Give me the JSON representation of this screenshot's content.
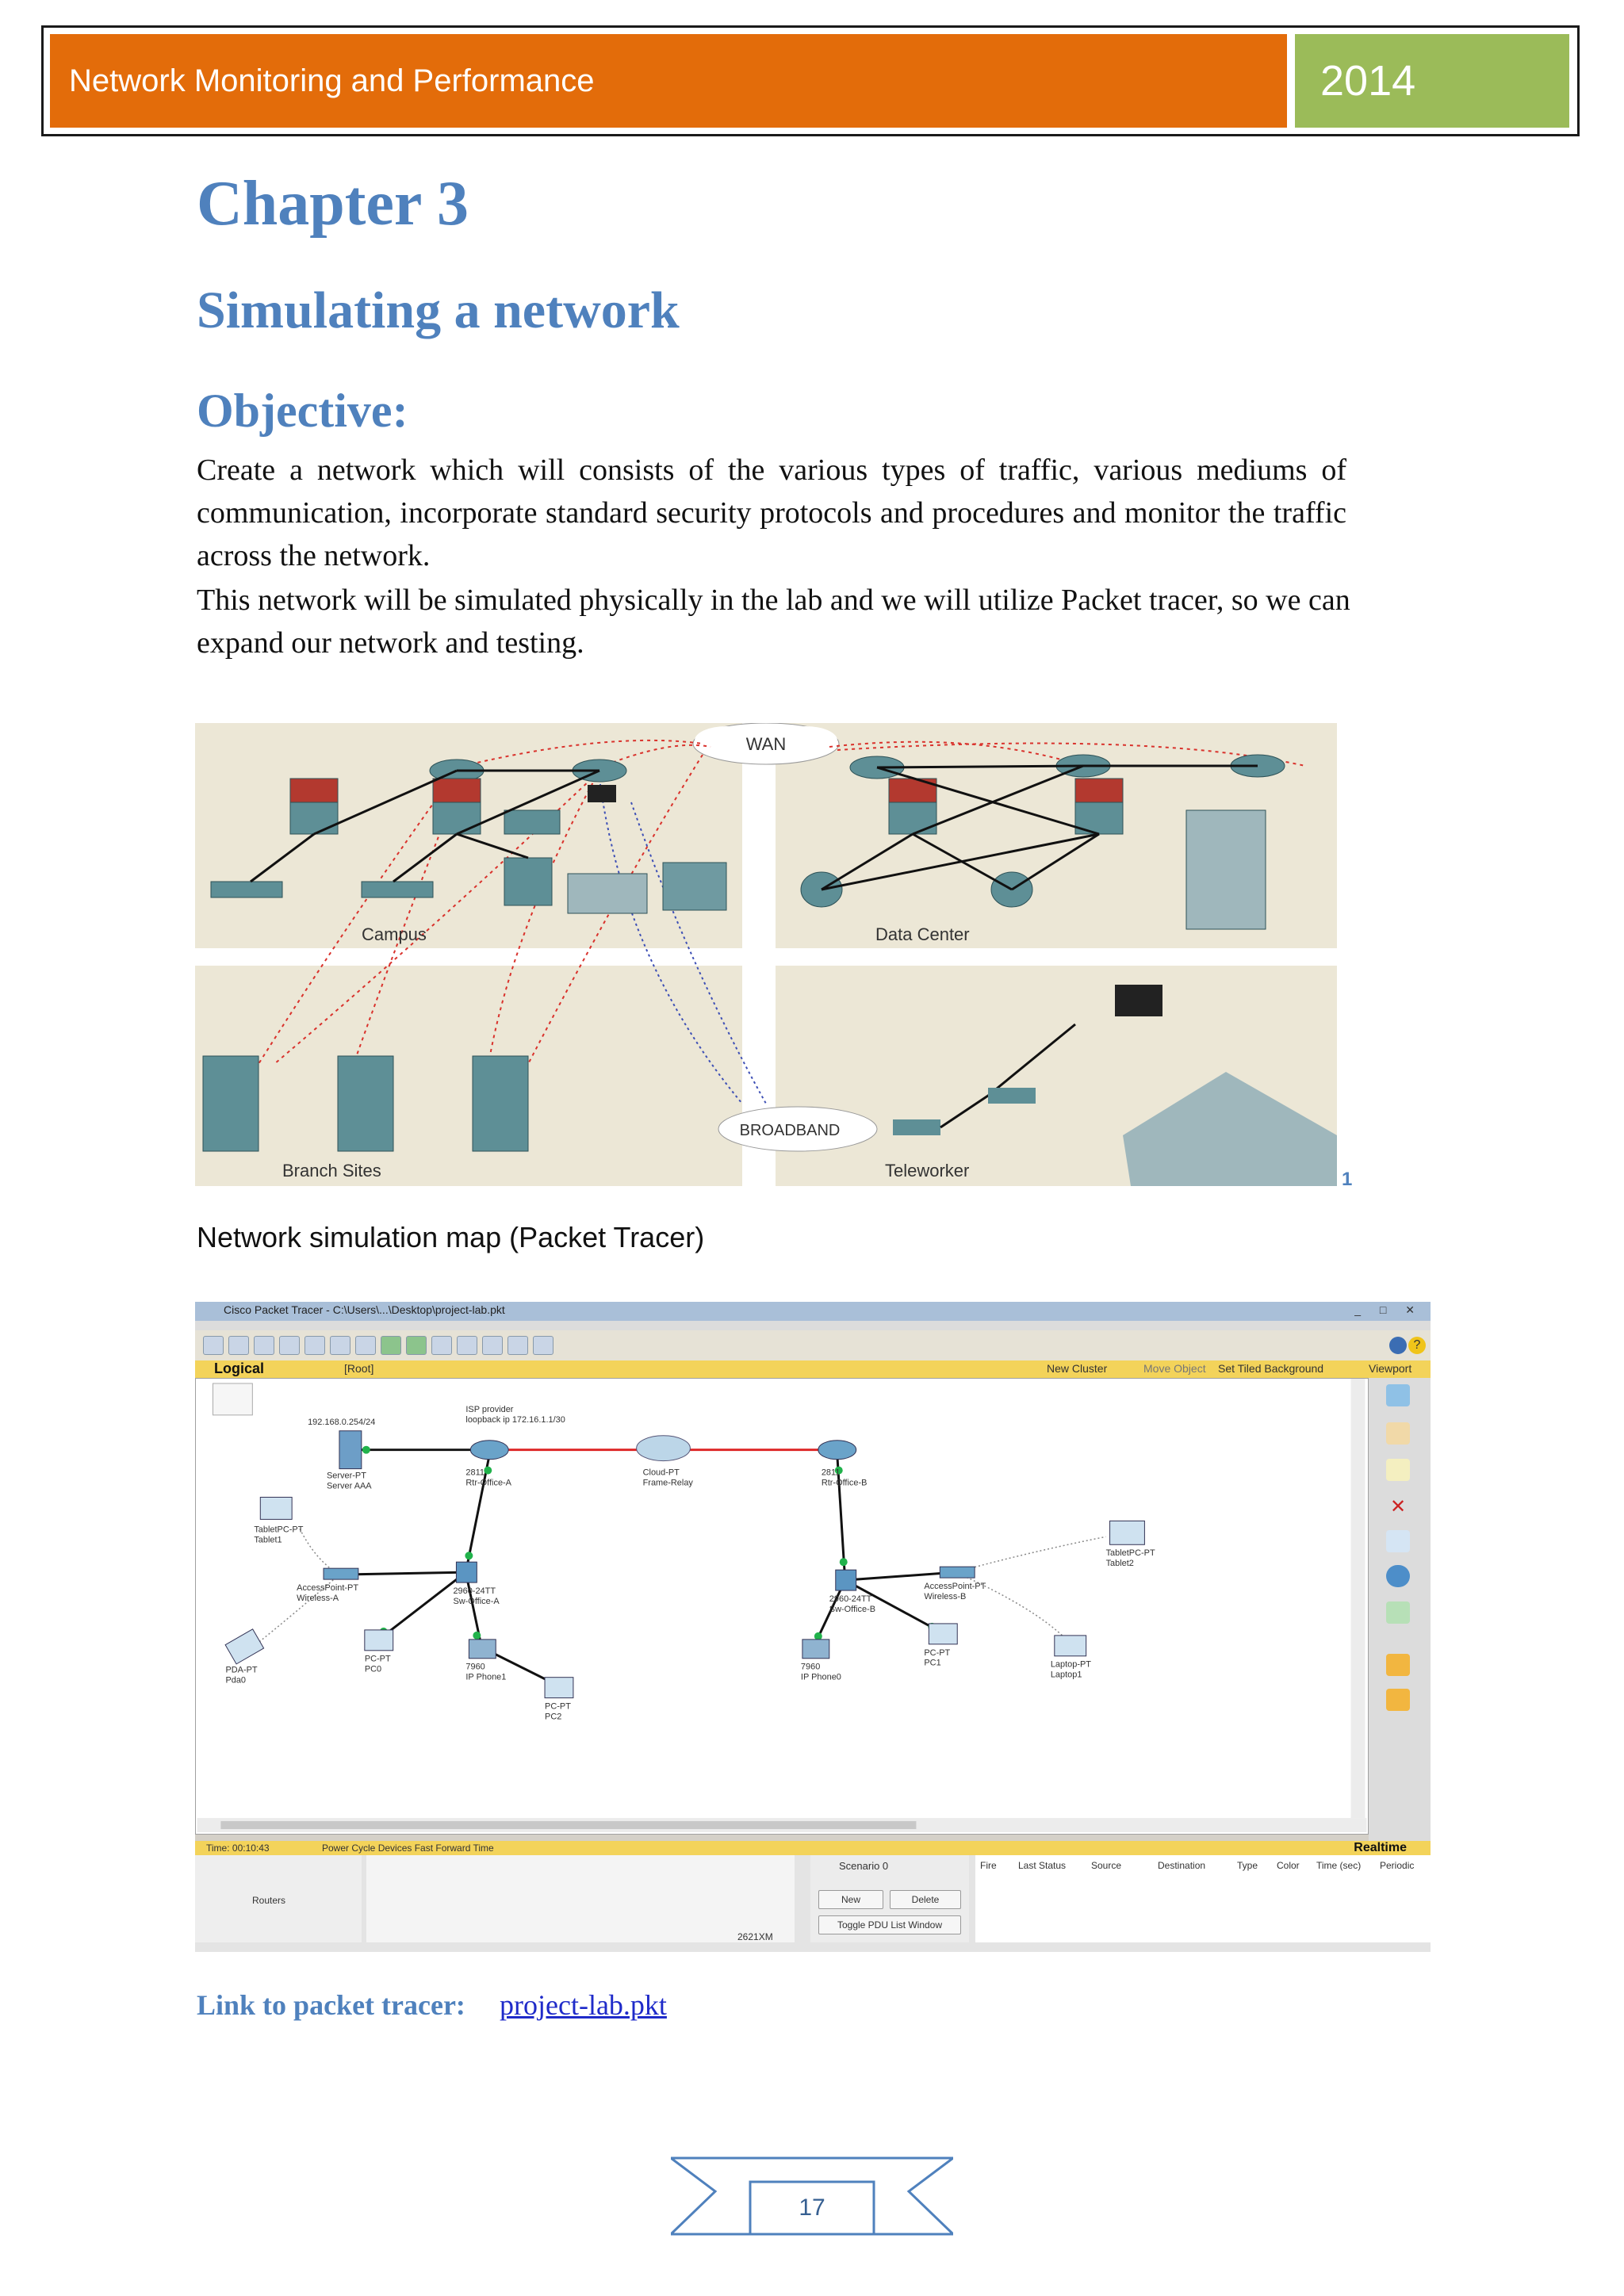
{
  "header": {
    "title": "Network Monitoring and Performance",
    "year": "2014"
  },
  "chapter": {
    "number": "Chapter 3",
    "title": "Simulating a network",
    "section": "Objective:"
  },
  "paragraphs": [
    "Create a network which will consists of the various types of traffic, various mediums of communication, incorporate standard security protocols and procedures and monitor the traffic across the network.",
    "This network will be simulated physically in the lab and we will utilize Packet tracer, so we can expand our network and testing."
  ],
  "figure1": {
    "labels": {
      "wan": "WAN",
      "campus": "Campus",
      "datacenter": "Data Center",
      "branch": "Branch Sites",
      "broadband": "BROADBAND",
      "teleworker": "Teleworker"
    },
    "footnote": "1",
    "caption": "Network simulation map (Packet Tracer)"
  },
  "packet_tracer": {
    "title_text": "Cisco Packet Tracer - C:\\Users\\...\\Desktop\\project-lab.pkt",
    "logical": "Logical",
    "root": "[Root]",
    "new_cluster": "New Cluster",
    "move_object": "Move Object",
    "set_tiled": "Set Tiled Background",
    "viewport": "Viewport",
    "time": "Time: 00:10:43",
    "power_cycle": "Power Cycle Devices  Fast Forward Time",
    "realtime": "Realtime",
    "routers": "Routers",
    "device_code": "2621XM",
    "scenario": "Scenario 0",
    "new": "New",
    "delete": "Delete",
    "toggle_pdu": "Toggle PDU List Window",
    "pdu_headers": [
      "Fire",
      "Last Status",
      "Source",
      "Destination",
      "Type",
      "Color",
      "Time (sec)",
      "Periodic"
    ],
    "nodes": {
      "server": "Server-PT\nServer AAA",
      "server_ip": "192.168.0.254/24",
      "isp": "ISP provider\nloopback ip 172.16.1.1/30",
      "rtr_a": "2811\nRtr-Office-A",
      "cloud": "Cloud-PT\nFrame-Relay",
      "rtr_b": "2811\nRtr-Office-B",
      "sw_a": "2960-24TT\nSw-Office-A",
      "sw_b": "2960-24TT\nSw-Office-B",
      "ap_a": "AccessPoint-PT\nWireless-A",
      "ap_b": "AccessPoint-PT\nWireless-B",
      "tablet1": "TabletPC-PT\nTablet1",
      "tablet2": "TabletPC-PT\nTablet2",
      "pda": "PDA-PT\nPda0",
      "pc0": "PC-PT\nPC0",
      "pc1": "PC-PT\nPC1",
      "pc2": "PC-PT\nPC2",
      "phone_a": "7960\nIP Phone1",
      "phone_b": "7960\nIP Phone0",
      "laptop": "Laptop-PT\nLaptop1"
    }
  },
  "link": {
    "label": "Link to packet tracer:",
    "value": "project-lab.pkt"
  },
  "page_number": "17"
}
